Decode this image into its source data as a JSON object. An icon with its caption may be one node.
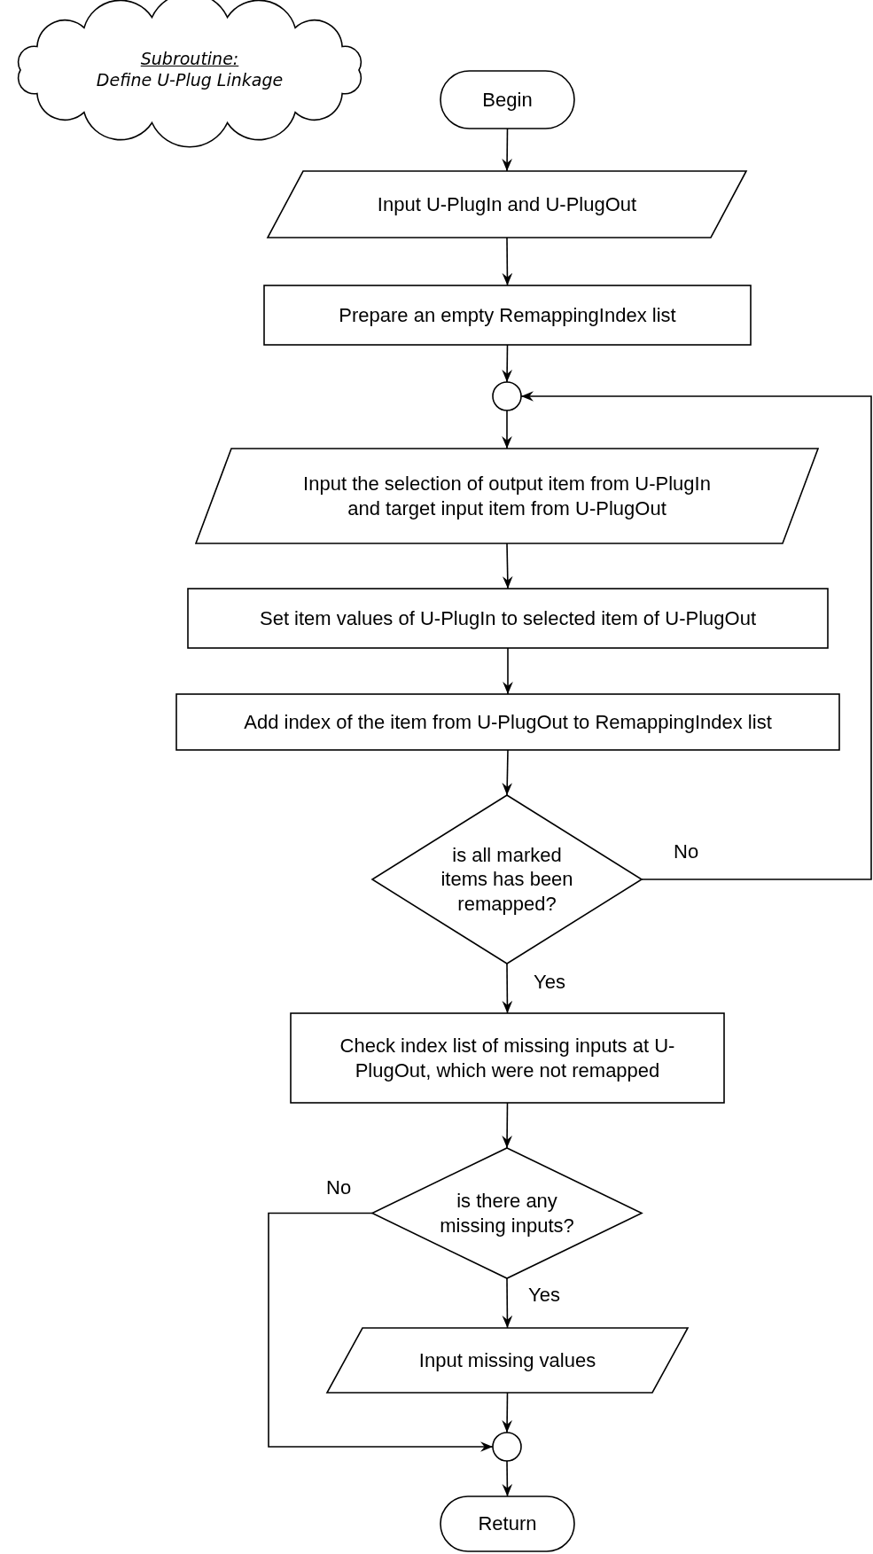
{
  "diagram": {
    "nodes": [
      {
        "text": [
          "Subroutine:",
          "Define U-Plug Linkage"
        ]
      },
      {
        "text": [
          "Begin"
        ]
      },
      {
        "text": [
          "Input U-PlugIn and U-PlugOut"
        ]
      },
      {
        "text": [
          "Prepare an empty RemappingIndex list"
        ]
      },
      {
        "text": [],
        "shape": "circle"
      },
      {
        "text": [
          "Input the selection of output item from U-PlugIn and target input item from U-PlugOut"
        ]
      },
      {
        "text": [
          "Set item values of U-PlugIn to selected item of U-PlugOut"
        ]
      },
      {
        "text": [
          "Add index of the item from U-PlugOut to RemappingIndex list"
        ]
      },
      {
        "text": [
          "is all marked items has been remapped?"
        ]
      },
      {
        "text": [
          "Check index list of missing inputs at U-PlugOut, which were not remapped"
        ]
      },
      {
        "text": [
          "is there any missing inputs?"
        ]
      },
      {
        "text": [
          "Input missing values"
        ]
      },
      {
        "text": [],
        "shape": "circle"
      },
      {
        "text": [
          "Return"
        ]
      }
    ],
    "edges": [
      {
        "from": 1,
        "to": 2,
        "arrow": "to"
      },
      {
        "from": 2,
        "to": 3,
        "arrow": "to"
      },
      {
        "from": 3,
        "to": 4,
        "arrow": "to"
      },
      {
        "from": 4,
        "to": 5,
        "arrow": "to"
      },
      {
        "from": 5,
        "to": 6,
        "arrow": "to"
      },
      {
        "from": 6,
        "to": 7,
        "arrow": "to"
      },
      {
        "from": 7,
        "to": 8,
        "arrow": "to"
      },
      {
        "from": 8,
        "to": 4,
        "arrow": "to",
        "label": "No"
      },
      {
        "from": 8,
        "to": 9,
        "arrow": "to",
        "label": "Yes"
      },
      {
        "from": 9,
        "to": 10,
        "arrow": "to"
      },
      {
        "from": 10,
        "to": 11,
        "arrow": "to",
        "label": "Yes"
      },
      {
        "from": 10,
        "to": 12,
        "arrow": "to",
        "label": "No"
      },
      {
        "from": 11,
        "to": 12,
        "arrow": "to"
      },
      {
        "from": 12,
        "to": 13,
        "arrow": "to"
      }
    ]
  }
}
